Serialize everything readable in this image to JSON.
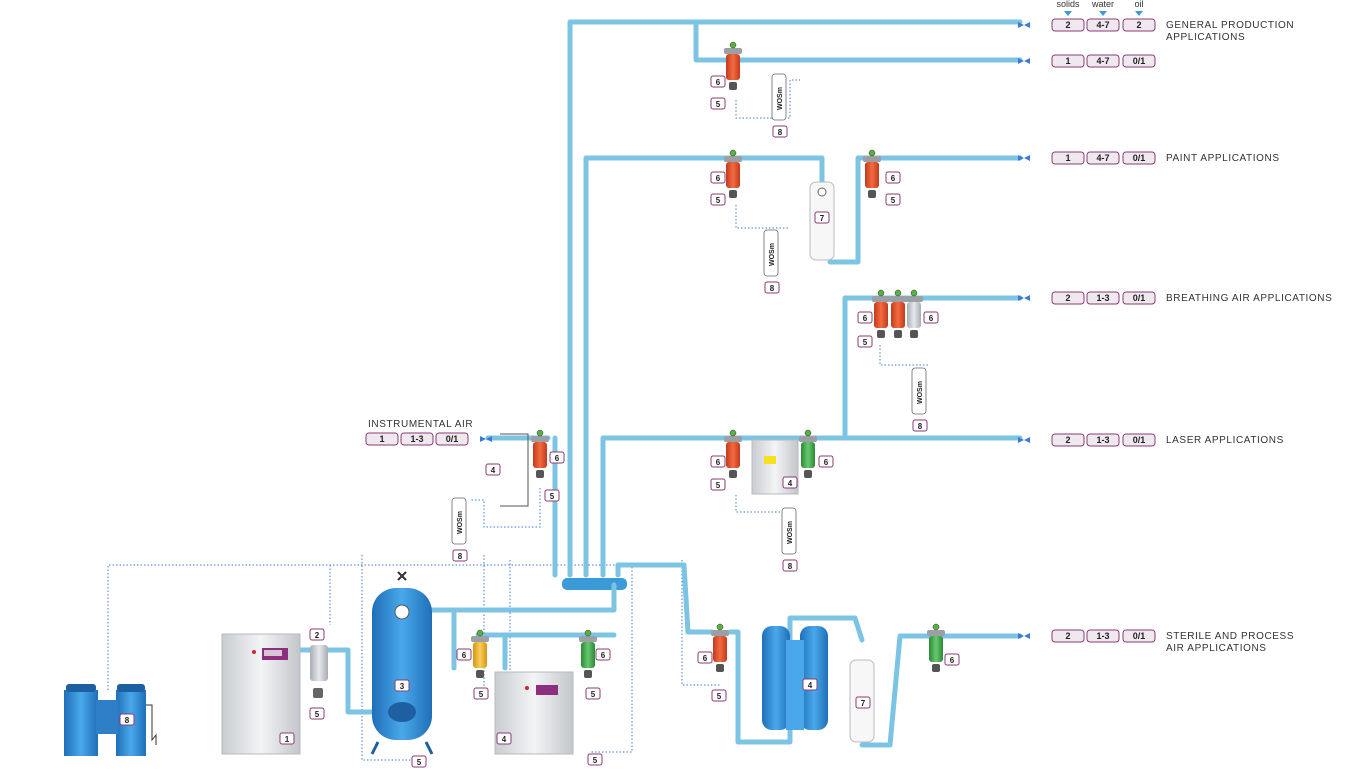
{
  "headers": {
    "solids": "solids",
    "water": "water",
    "oil": "oil"
  },
  "applications": [
    {
      "label_lines": [
        "GENERAL PRODUCTION",
        "APPLICATIONS"
      ],
      "solids": "2",
      "water": "4-7",
      "oil": "2"
    },
    {
      "label_lines": [],
      "solids": "1",
      "water": "4-7",
      "oil": "0/1"
    },
    {
      "label_lines": [
        "PAINT APPLICATIONS"
      ],
      "solids": "1",
      "water": "4-7",
      "oil": "0/1"
    },
    {
      "label_lines": [
        "BREATHING AIR APPLICATIONS"
      ],
      "solids": "2",
      "water": "1-3",
      "oil": "0/1"
    },
    {
      "label_lines": [
        "LASER APPLICATIONS"
      ],
      "solids": "2",
      "water": "1-3",
      "oil": "0/1"
    },
    {
      "label_lines": [
        "STERILE AND PROCESS",
        "AIR APPLICATIONS"
      ],
      "solids": "2",
      "water": "1-3",
      "oil": "0/1"
    }
  ],
  "instrumental": {
    "label": "INSTRUMENTAL AIR",
    "solids": "1",
    "water": "1-3",
    "oil": "0/1"
  },
  "component_numbers": {
    "compressor": "1",
    "prefilter": "2",
    "receiver": "3",
    "dryer": "4",
    "drain": "5",
    "filter": "6",
    "adsorber": "7",
    "separator": "8"
  },
  "separator_label": "WOSm",
  "colors": {
    "pipe": "#7cc4e4",
    "equipment_blue": "#2e8fd6",
    "badge_border": "#8a3b74",
    "filter_red": "#e8502c",
    "filter_green": "#3fae49",
    "filter_yellow": "#f2b52a"
  }
}
